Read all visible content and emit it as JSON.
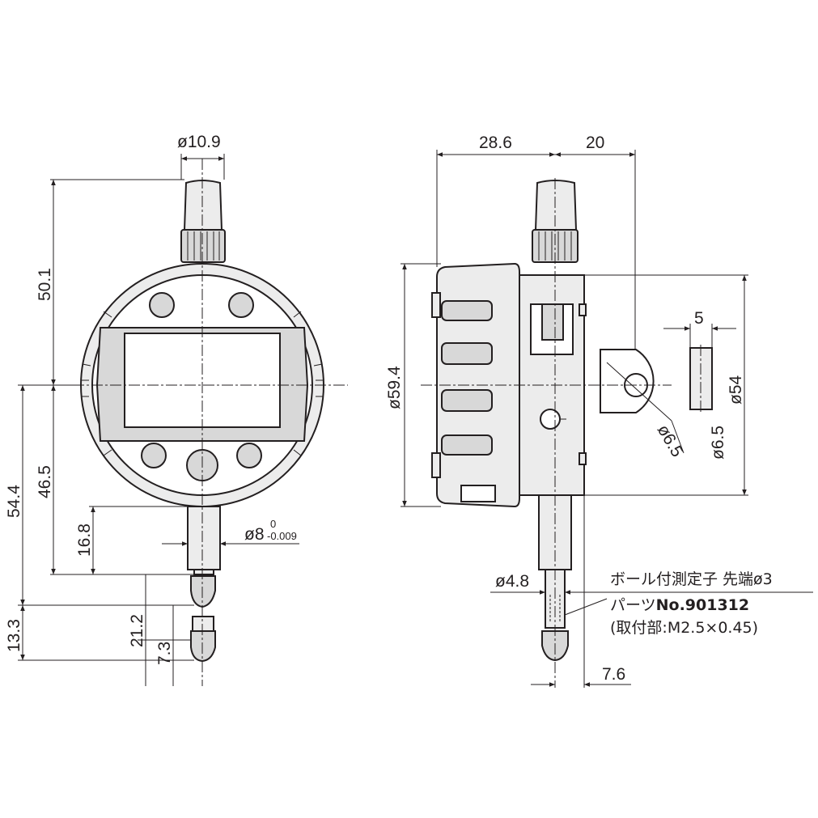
{
  "front_view": {
    "dims": {
      "stem_top_dia": "ø10.9",
      "height_upper": "50.1",
      "height_lower": "46.5",
      "overall_lower": "54.4",
      "stem_length": "16.8",
      "stem_dia": "ø8",
      "stem_tol_upper": "0",
      "stem_tol_lower": "-0.009",
      "tip_length": "21.2",
      "tip_short": "7.3",
      "tip_offset": "13.3"
    }
  },
  "side_view": {
    "dims": {
      "depth_front": "28.6",
      "depth_back": "20",
      "body_dia": "ø59.4",
      "lug_dia": "ø54",
      "lug_thickness": "5",
      "lug_hole_dia": "ø6.5",
      "lug_hole_dia_side": "ø6.5",
      "spindle_dia": "ø4.8",
      "tip_offset": "7.6"
    },
    "contact_point_note": {
      "line1": "ボール付測定子 先端ø3",
      "line2_prefix": "パーツ",
      "line2_part_no": "No.901312",
      "line3": "(取付部:M2.5×0.45)"
    }
  }
}
